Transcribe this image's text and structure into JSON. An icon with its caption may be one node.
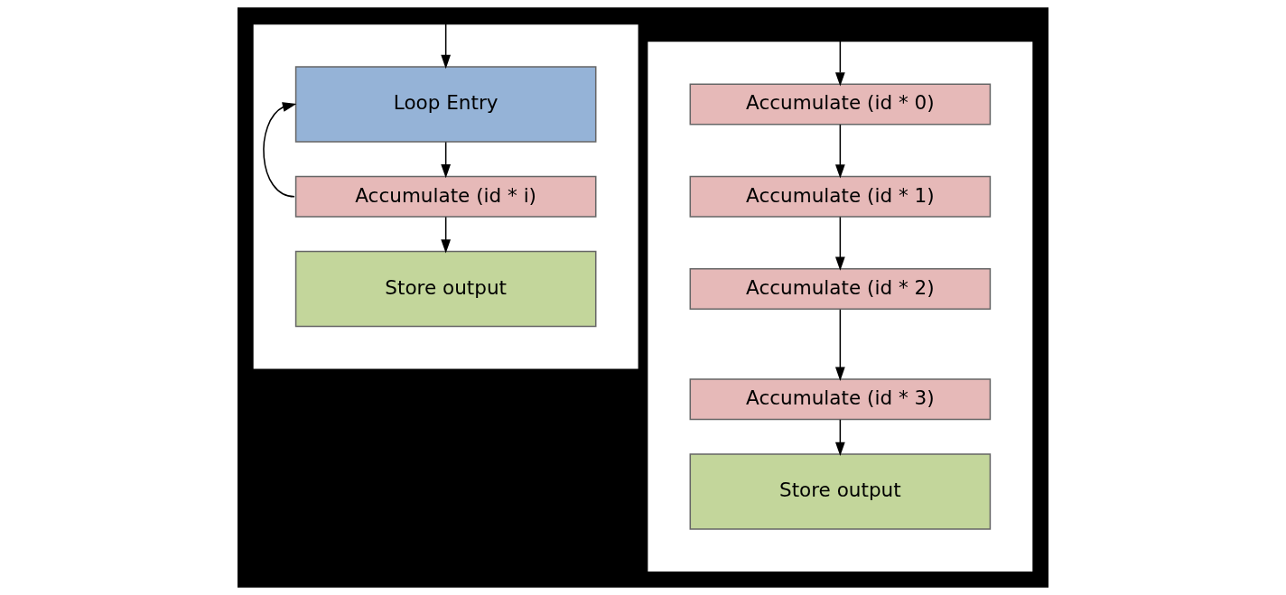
{
  "diagram": {
    "nodes": [
      {
        "text": [],
        "shape": "box"
      },
      {
        "text": [
          "Loop Entry"
        ],
        "in": 0
      },
      {
        "text": [
          "Accumulate (id * i)"
        ],
        "in": 0
      },
      {
        "text": [
          "Store output"
        ],
        "in": 0
      },
      {
        "text": [],
        "shape": "box"
      },
      {
        "text": [
          "Accumulate (id * 0)"
        ],
        "in": 4
      },
      {
        "text": [
          "Accumulate (id * 1)"
        ],
        "in": 4
      },
      {
        "text": [
          "Accumulate (id * 2)"
        ],
        "in": 4
      },
      {
        "text": [
          "Accumulate (id * 3)"
        ],
        "in": 4
      },
      {
        "text": [
          "Store output"
        ],
        "in": 4
      }
    ],
    "edges": [
      {
        "from": null,
        "to": 1,
        "arrow": "to"
      },
      {
        "from": 1,
        "to": 2,
        "arrow": "to"
      },
      {
        "from": 2,
        "to": 1,
        "arrow": "to"
      },
      {
        "from": 2,
        "to": 3,
        "arrow": "to"
      },
      {
        "from": null,
        "to": 5,
        "arrow": "to"
      },
      {
        "from": 5,
        "to": 6,
        "arrow": "to"
      },
      {
        "from": 6,
        "to": 7,
        "arrow": "to"
      },
      {
        "from": 7,
        "to": 8,
        "arrow": "to"
      },
      {
        "from": 8,
        "to": 9,
        "arrow": "to"
      }
    ]
  }
}
